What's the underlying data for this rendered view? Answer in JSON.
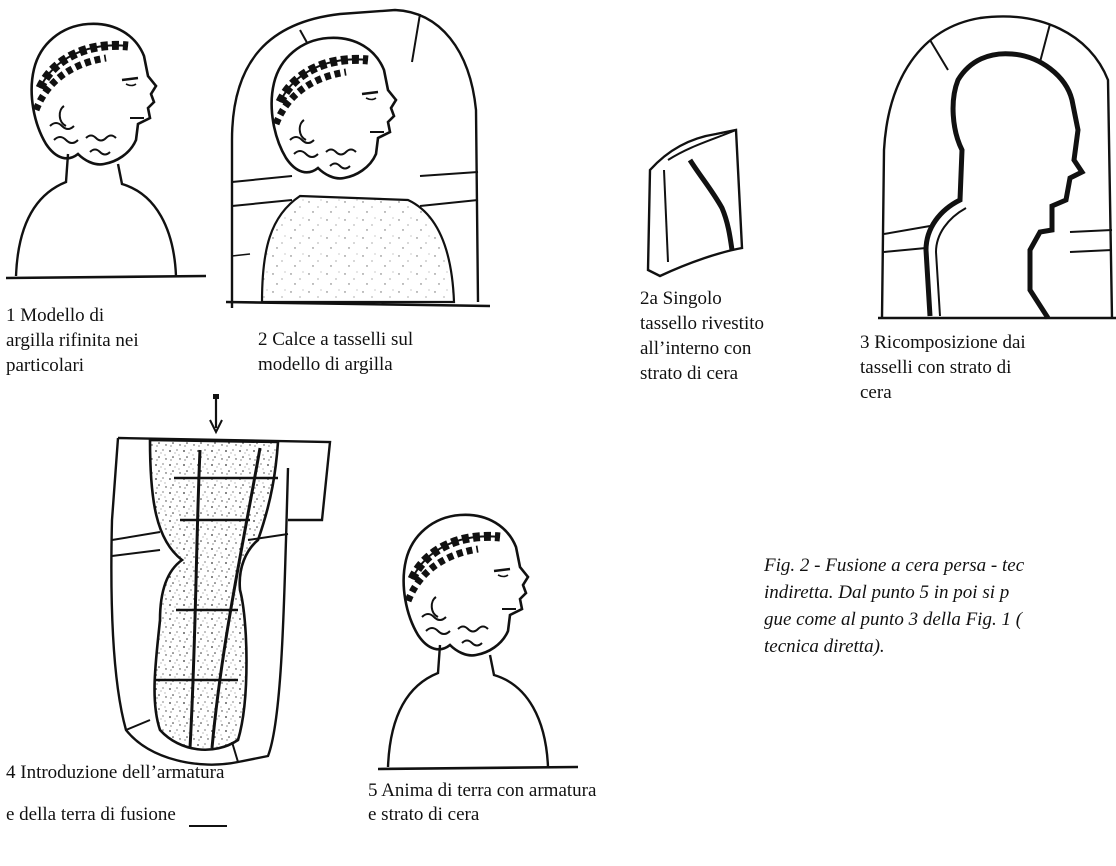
{
  "captions": {
    "c1": "1 Modello di\nargilla rifinita nei\nparticolari",
    "c2": "2 Calce a tasselli sul\nmodello di argilla",
    "c2a": "2a Singolo\ntassello rivestito\nall’interno con\nstrato di cera",
    "c3": "3 Ricomposizione dai\ntasselli con strato di\ncera",
    "c4": "4 Introduzione dell’armatura\ne della terra di fusione",
    "c5": "5 Anima di terra con armatura\ne strato di cera"
  },
  "figure_caption": "Fig. 2 - Fusione a cera persa - tec\nindiretta. Dal punto 5 in poi si p\ngue come al punto 3 della Fig. 1 (\ntecnica diretta)."
}
